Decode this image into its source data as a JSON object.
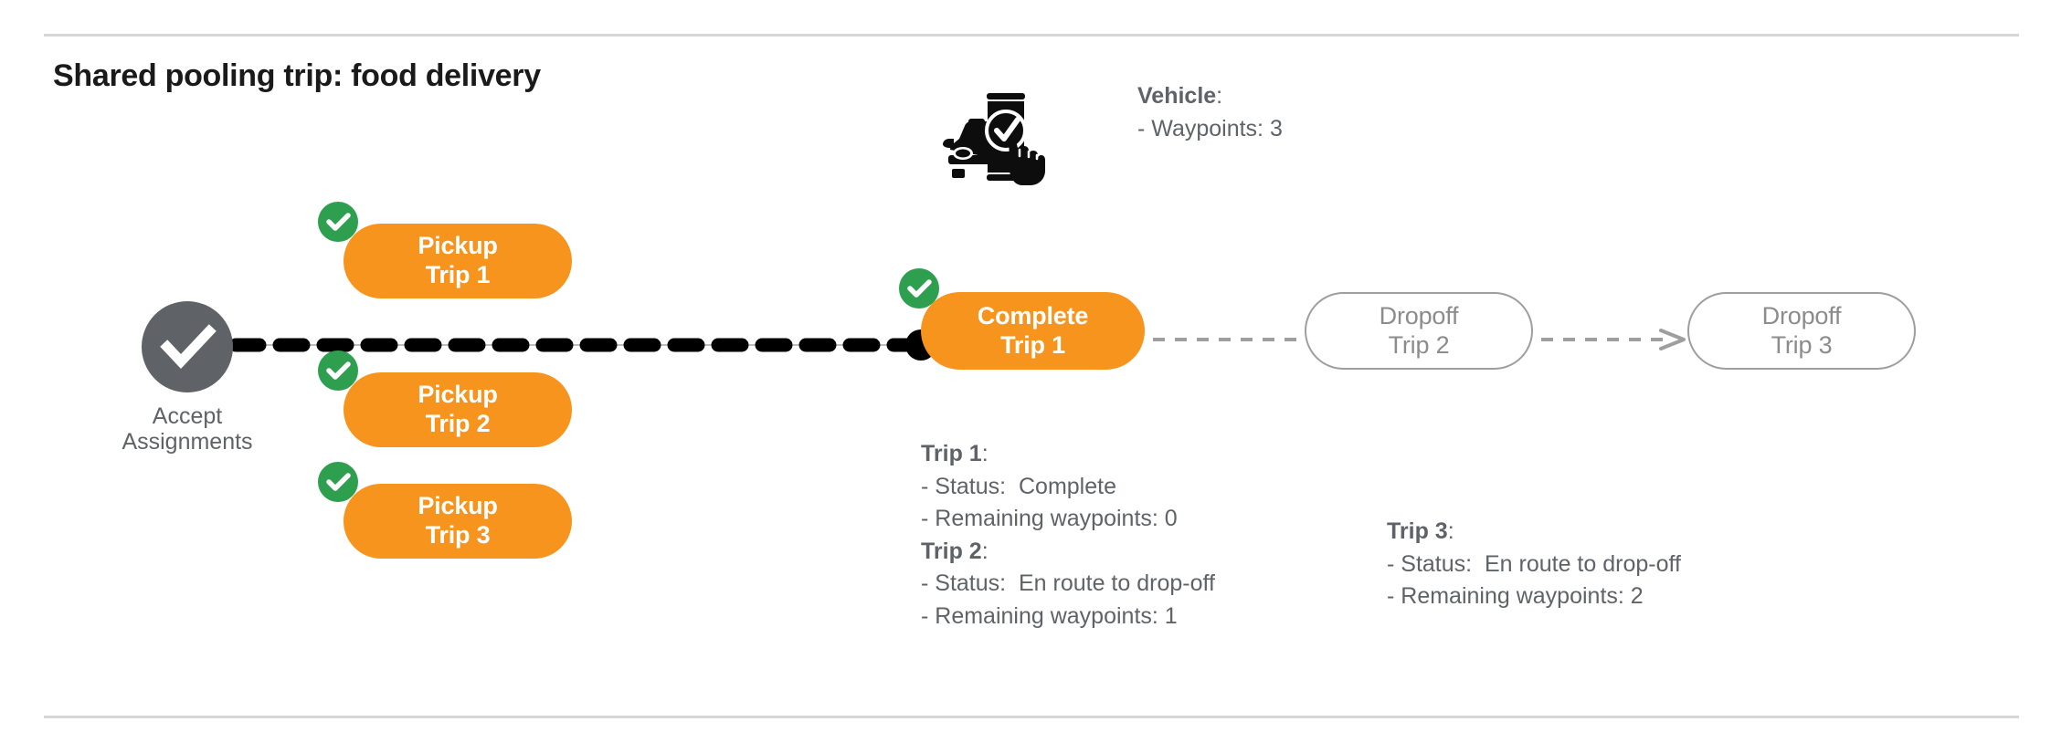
{
  "page": {
    "title": "Shared pooling trip: food delivery",
    "accent_orange": "#F7941D",
    "accent_green": "#2E9E4F",
    "gray": "#5F6368",
    "outline_gray": "#9E9E9E",
    "rule_color": "#D6D6D6"
  },
  "start_node": {
    "icon": "check-circle-icon",
    "label": "Accept\nAssignments"
  },
  "vehicle": {
    "icon": "vehicle-app-checkmark-icon",
    "title": "Vehicle",
    "title_suffix": ":",
    "lines": [
      "- Waypoints: 3"
    ]
  },
  "pickups": [
    {
      "line1": "Pickup",
      "line2": "Trip 1",
      "badge": "check-badge-icon",
      "state": "complete"
    },
    {
      "line1": "Pickup",
      "line2": "Trip 2",
      "badge": "check-badge-icon",
      "state": "complete"
    },
    {
      "line1": "Pickup",
      "line2": "Trip 3",
      "badge": "check-badge-icon",
      "state": "complete"
    }
  ],
  "route": [
    {
      "line1": "Complete",
      "line2": "Trip 1",
      "style": "filled",
      "badge": "check-badge-icon"
    },
    {
      "line1": "Dropoff",
      "line2": "Trip 2",
      "style": "outlined",
      "badge": null
    },
    {
      "line1": "Dropoff",
      "line2": "Trip 3",
      "style": "outlined",
      "badge": null
    }
  ],
  "trip_details": {
    "left": [
      {
        "title": "Trip 1",
        "title_suffix": ":",
        "lines": [
          "- Status:  Complete",
          "- Remaining waypoints: 0"
        ]
      },
      {
        "title": "Trip 2",
        "title_suffix": ":",
        "lines": [
          "- Status:  En route to drop-off",
          "- Remaining waypoints: 1"
        ]
      }
    ],
    "right": [
      {
        "title": "Trip 3",
        "title_suffix": ":",
        "lines": [
          "- Status:  En route to drop-off",
          "- Remaining waypoints: 2"
        ]
      }
    ]
  }
}
